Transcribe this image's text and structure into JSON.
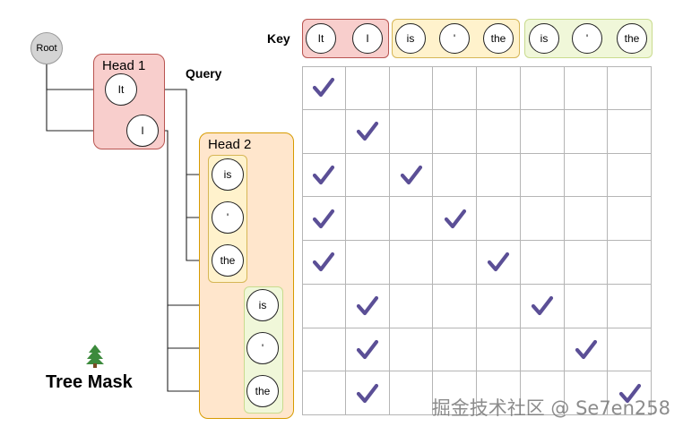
{
  "root_label": "Root",
  "query_label": "Query",
  "key_label": "Key",
  "heads": [
    {
      "title": "Head 1",
      "tokens": [
        "It",
        "I"
      ]
    },
    {
      "title": "Head 2",
      "tokens": [
        "is",
        "'",
        "the",
        "is",
        "'",
        "the"
      ]
    }
  ],
  "key_tokens": [
    "It",
    "I",
    "is",
    "'",
    "the",
    "is",
    "'",
    "the"
  ],
  "tree_mask_label": "Tree Mask",
  "tree_icon": "evergreen-tree-icon",
  "mask": [
    [
      1,
      0,
      0,
      0,
      0,
      0,
      0,
      0
    ],
    [
      0,
      1,
      0,
      0,
      0,
      0,
      0,
      0
    ],
    [
      1,
      0,
      1,
      0,
      0,
      0,
      0,
      0
    ],
    [
      1,
      0,
      0,
      1,
      0,
      0,
      0,
      0
    ],
    [
      1,
      0,
      0,
      0,
      1,
      0,
      0,
      0
    ],
    [
      0,
      1,
      0,
      0,
      0,
      1,
      0,
      0
    ],
    [
      0,
      1,
      0,
      0,
      0,
      0,
      1,
      0
    ],
    [
      0,
      1,
      0,
      0,
      0,
      0,
      0,
      1
    ]
  ],
  "watermark": "掘金技术社区 @ Se7en258",
  "colors": {
    "head1_fill": "#f8cecc",
    "head1_border": "#b85450",
    "head2_fill": "#ffe6cc",
    "head2_border": "#d79b00",
    "sub_fill": "#fff2cc",
    "sub_border": "#d6b656",
    "sub2_fill": "#f0f7d9",
    "sub2_border": "#c9db8e",
    "check": "#5b4f96",
    "grid": "#b5b5b5"
  }
}
